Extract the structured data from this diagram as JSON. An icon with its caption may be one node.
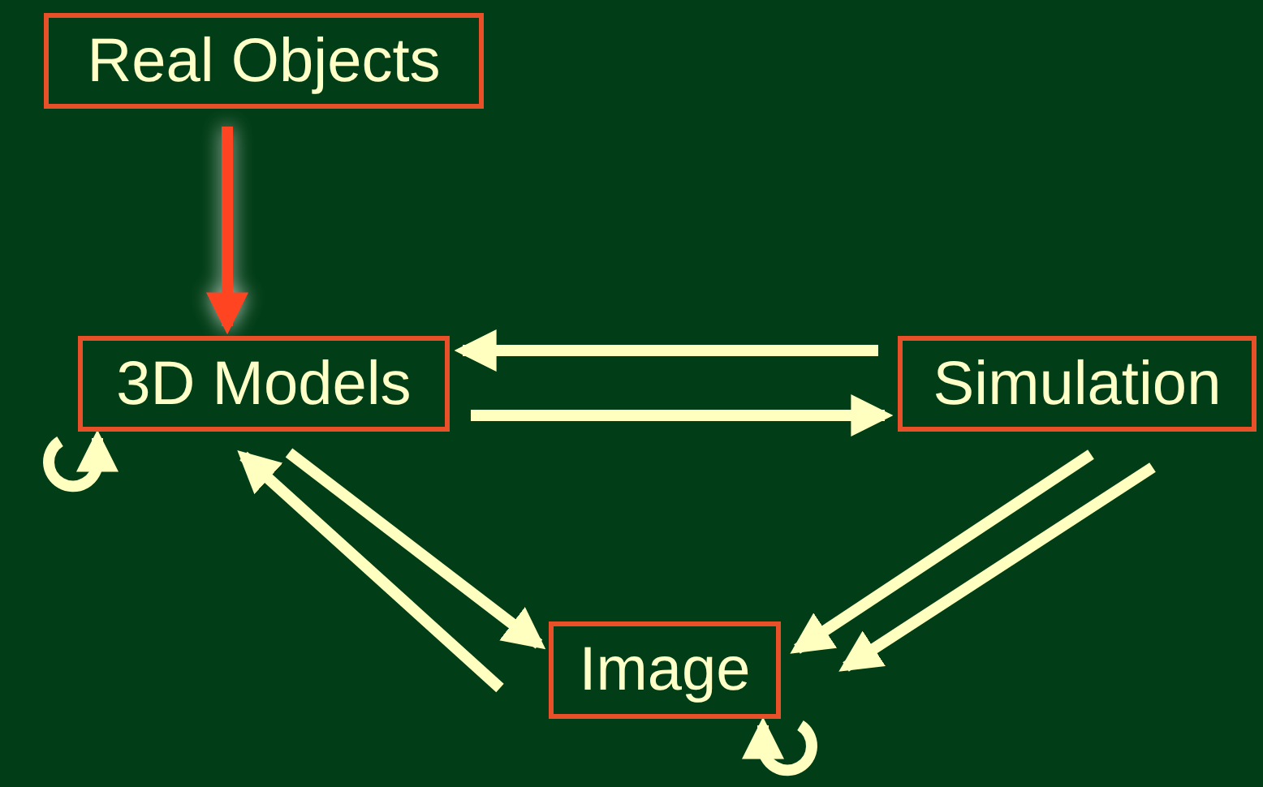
{
  "diagram": {
    "nodes": [
      {
        "text": [
          "Real Objects"
        ]
      },
      {
        "text": [
          "3D Models"
        ]
      },
      {
        "text": [
          "Simulation"
        ]
      },
      {
        "text": [
          "Image"
        ]
      }
    ],
    "edges": [
      {
        "from": 0,
        "to": 1,
        "arrow": "to",
        "color": "#ff4422"
      },
      {
        "from": 2,
        "to": 1,
        "arrow": "to"
      },
      {
        "from": 1,
        "to": 2,
        "arrow": "to"
      },
      {
        "from": 1,
        "to": 3,
        "arrow": "to"
      },
      {
        "from": 3,
        "to": 1,
        "arrow": "to"
      },
      {
        "from": 2,
        "to": 3,
        "arrow": "to"
      },
      {
        "from": 2,
        "to": 3,
        "arrow": "to"
      },
      {
        "from": 1,
        "to": 1,
        "arrow": "to"
      },
      {
        "from": 3,
        "to": 3,
        "arrow": "to"
      }
    ]
  }
}
